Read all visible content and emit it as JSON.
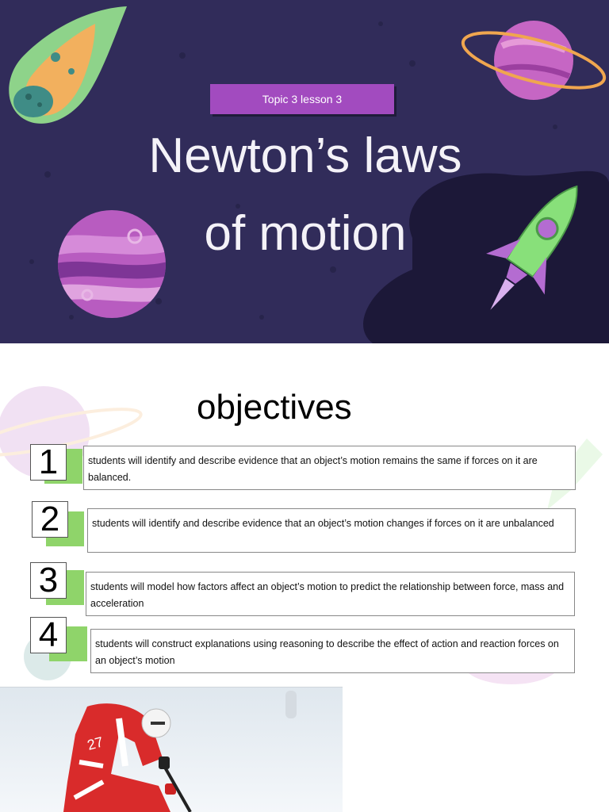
{
  "slide1": {
    "badge": "Topic 3 lesson 3",
    "title_line1": "Newton’s laws",
    "title_line2": "of motion",
    "colors": {
      "background": "#312c5a",
      "badge": "#a24bbf",
      "title": "#f4f2f8"
    },
    "icons": [
      "comet-icon",
      "ringed-planet-icon",
      "striped-planet-icon",
      "rocket-icon"
    ]
  },
  "slide2": {
    "title": "objectives",
    "objectives": [
      {
        "number": "1",
        "text": "students will identify and describe evidence that an object’s motion remains the same if forces on it are balanced."
      },
      {
        "number": "2",
        "text": "students will identify and describe evidence that an object’s motion changes if forces on it are unbalanced"
      },
      {
        "number": "3",
        "text": "students will model how factors affect an object’s motion to predict the relationship between force, mass and acceleration"
      },
      {
        "number": "4",
        "text": "students will construct explanations using reasoning to describe the effect of action and reaction forces on an object’s motion"
      }
    ],
    "colors": {
      "accent": "#8fd46a"
    }
  },
  "slide3": {
    "jersey_number": "27",
    "colors": {
      "jersey": "#d92b2b",
      "ice": "#eef3f7"
    }
  }
}
